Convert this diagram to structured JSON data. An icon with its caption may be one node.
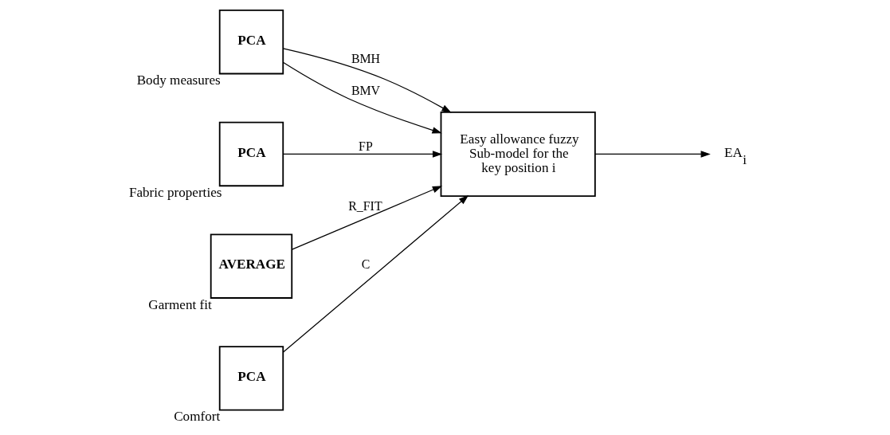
{
  "diagram": {
    "nodes": [
      {
        "text": [
          "PCA"
        ],
        "beside": [
          "Body measures"
        ]
      },
      {
        "text": [
          "PCA"
        ],
        "beside": [
          "Fabric properties"
        ]
      },
      {
        "text": [
          "AVERAGE"
        ],
        "beside": [
          "Garment fit"
        ]
      },
      {
        "text": [
          "PCA"
        ],
        "beside": [
          "Comfort"
        ]
      },
      {
        "text": [
          "Easy allowance fuzzy Sub-model for the key position i"
        ]
      },
      {
        "text": [
          "EA$_{i}$"
        ]
      }
    ],
    "edges": [
      {
        "from": 0,
        "to": 4,
        "arrow": "to",
        "label": "BMH"
      },
      {
        "from": 0,
        "to": 4,
        "arrow": "to",
        "label": "BMV"
      },
      {
        "from": 1,
        "to": 4,
        "arrow": "to",
        "label": "FP"
      },
      {
        "from": 2,
        "to": 4,
        "arrow": "to",
        "label": "R_FIT"
      },
      {
        "from": 3,
        "to": 4,
        "arrow": "to",
        "label": "C"
      },
      {
        "from": 4,
        "to": 5,
        "arrow": "to"
      }
    ]
  }
}
